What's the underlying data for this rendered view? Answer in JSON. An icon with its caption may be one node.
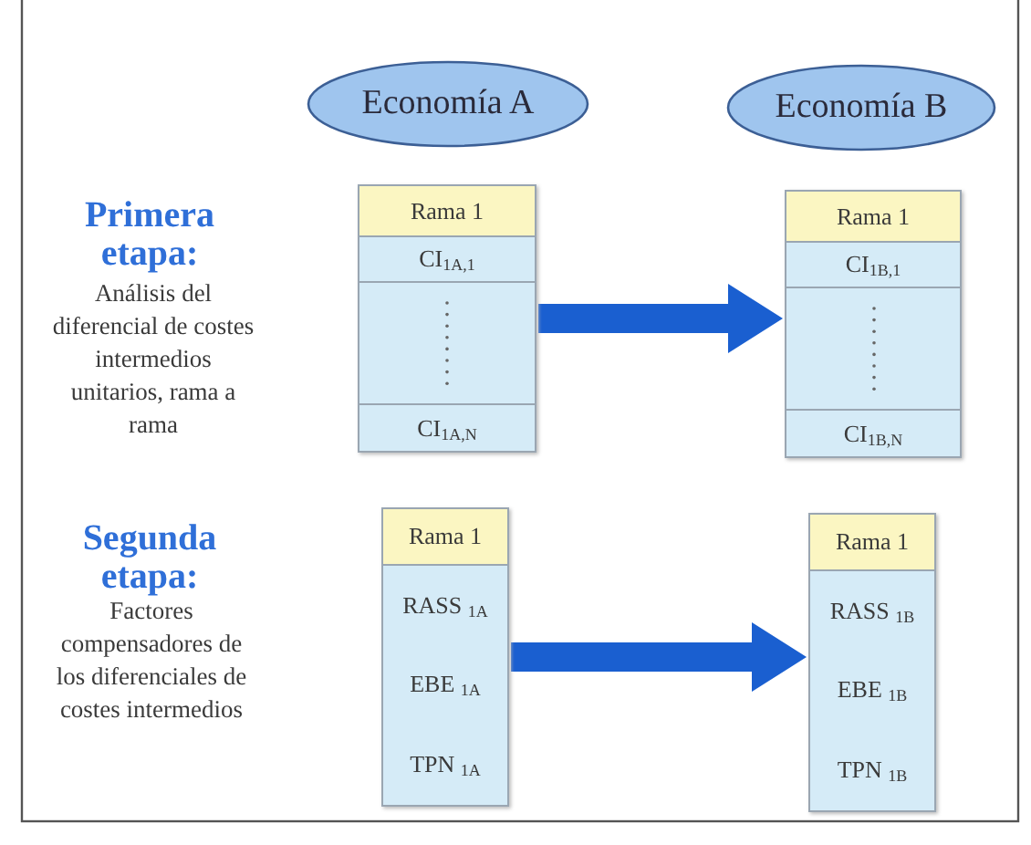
{
  "diagram": {
    "nodes": [
      {
        "text": [
          "Economía A"
        ]
      },
      {
        "text": [
          "Economía B"
        ]
      },
      {
        "text": [
          "Rama 1",
          "CI$_{1A,1}$",
          "CI$_{1A,N}$"
        ]
      },
      {
        "text": [
          "Rama 1",
          "CI$_{1B,1}$",
          "CI$_{1B,N}$"
        ]
      },
      {
        "text": [
          "Rama 1",
          "RASS $_{1A}$",
          "EBE $_{1A}$",
          "TPN $_{1A}$"
        ]
      },
      {
        "text": [
          "Rama 1",
          "RASS $_{1B}$",
          "EBE $_{1B}$",
          "TPN $_{1B}$"
        ]
      }
    ],
    "edges": [
      {
        "from": 2,
        "to": 3,
        "arrow": "to"
      },
      {
        "from": 4,
        "to": 5,
        "arrow": "to"
      }
    ],
    "labels": [
      "Primera etapa:",
      "Análisis del diferencial de costes intermedios unitarios, rama a rama",
      "Segunda etapa:",
      "Factores compensadores de los diferenciales de costes intermedios"
    ]
  }
}
